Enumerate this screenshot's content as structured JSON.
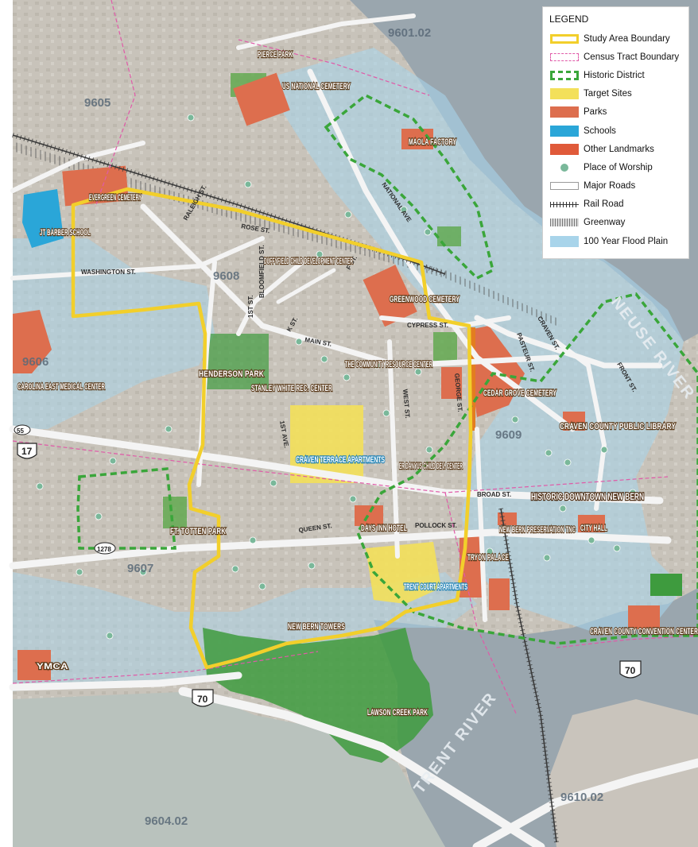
{
  "legend": {
    "title": "LEGEND",
    "items": [
      {
        "label": "Study Area Boundary",
        "icon": "study-area-swatch"
      },
      {
        "label": "Census Tract Boundary",
        "icon": "tract-boundary-swatch"
      },
      {
        "label": "Historic District",
        "icon": "historic-district-swatch"
      },
      {
        "label": "Target Sites",
        "icon": "target-sites-swatch"
      },
      {
        "label": "Parks",
        "icon": "parks-swatch"
      },
      {
        "label": "Schools",
        "icon": "schools-swatch"
      },
      {
        "label": "Other Landmarks",
        "icon": "landmarks-swatch"
      },
      {
        "label": "Place of Worship",
        "icon": "worship-dot"
      },
      {
        "label": "Major Roads",
        "icon": "major-roads-swatch"
      },
      {
        "label": "Rail Road",
        "icon": "railroad-swatch"
      },
      {
        "label": "Greenway",
        "icon": "greenway-swatch"
      },
      {
        "label": "100 Year Flood Plain",
        "icon": "floodplain-swatch"
      }
    ]
  },
  "colors": {
    "study_area": "#f2cf2b",
    "tract_boundary": "#e05aa8",
    "historic_district": "#3aa63a",
    "target_sites": "#f3e05a",
    "parks": "#dd6e4e",
    "schools": "#2aa6d8",
    "landmarks": "#e05a3a",
    "worship": "#7ab89a",
    "flood": "#a8d4ea",
    "water": "#9aa6ae",
    "land": "#c9c4bc",
    "green": "#3e9b3e"
  },
  "tracts": [
    "9601.02",
    "9605",
    "9608",
    "9606",
    "9609",
    "9607",
    "9604.02",
    "9610.02"
  ],
  "landmarks": {
    "pierce_park": "PIERCE PARK",
    "us_national_cemetery": "US NATIONAL CEMETERY",
    "maola_factory": "MAOLA FACTORY",
    "evergreen_cemetery": "EVERGREEN CEMETERY",
    "jt_barber_school": "JT BARBER SCHOOL",
    "duffyfield_center": "DUFFYFIELD CHILD DEVELOPMENT CENTER",
    "greenwood_cemetery": "GREENWOOD CEMETERY",
    "community_resource_center": "THE COMMUNITY RESOURCE CENTER",
    "henderson_park": "HENDERSON PARK",
    "stanley_white": "STANLEY WHITE REC. CENTER",
    "carolina_east": "CAROLINA EAST MEDICAL CENTER",
    "cedar_grove": "CEDAR GROVE CEMETERY",
    "craven_library": "CRAVEN COUNTY PUBLIC LIBRARY",
    "craven_terrace": "CRAVEN TERRACE APARTMENTS",
    "danyus_center": "ER DANYUS CHILD DEV. CENTER",
    "historic_downtown": "HISTORIC DOWNTOWN NEW BERN",
    "days_inn": "DAYS INN HOTEL",
    "new_bern_preservation": "NEW BERN PRESERVATION TNC",
    "city_hall": "CITY HALL",
    "ft_totten": "FT. TOTTEN PARK",
    "tryon_palace": "TRYON PALACE",
    "trent_court": "TRENT COURT APARTMENTS",
    "new_bern_towers": "NEW BERN TOWERS",
    "convention_center": "CRAVEN COUNTY CONVENTION CENTER",
    "ymca": "YMCA",
    "lawson_creek": "LAWSON CREEK PARK"
  },
  "streets": {
    "national_ave": "NATIONAL AVE",
    "raleigh_st": "RALEIGH ST.",
    "rose_st": "ROSE ST.",
    "washington_st": "WASHINGTON ST.",
    "bloomfield_st": "BLOOMFIELD ST.",
    "first_st": "1ST ST.",
    "k_st": "K ST.",
    "f_st": "F ST.",
    "main_st": "MAIN ST.",
    "cypress_st": "CYPRESS ST.",
    "pasteur_st": "PASTEUR ST.",
    "craven_st": "CRAVEN ST.",
    "front_st": "FRONT ST.",
    "george_st": "GEORGE ST.",
    "west_st": "WEST ST.",
    "first_ave": "1ST AVE.",
    "broad_st": "BROAD ST.",
    "queen_st": "QUEEN ST.",
    "pollock_st": "POLLOCK ST."
  },
  "water_labels": {
    "neuse": "NEUSE RIVER",
    "trent": "TRENT RIVER"
  },
  "shields": {
    "us17": "17",
    "nc55": "55",
    "us70_west": "70",
    "us70_east": "70",
    "r1278": "1278"
  }
}
